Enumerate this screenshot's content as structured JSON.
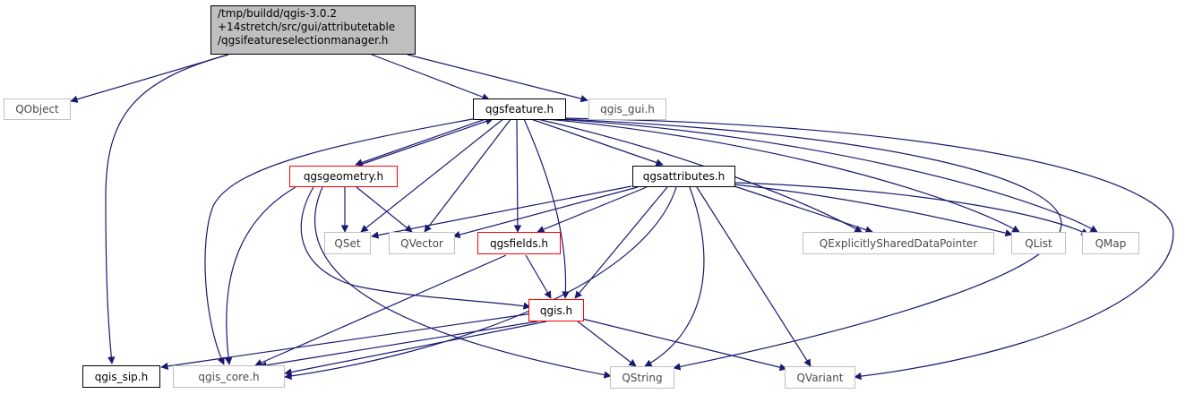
{
  "diagram": {
    "root": {
      "lines": [
        "/tmp/buildd/qgis-3.0.2",
        "+14stretch/src/gui/attributetable",
        "/qgsifeatureselectionmanager.h"
      ]
    },
    "nodes": {
      "qobject": "QObject",
      "qgsfeature": "qgsfeature.h",
      "qgis_gui": "qgis_gui.h",
      "qgsgeometry": "qgsgeometry.h",
      "qgsattributes": "qgsattributes.h",
      "qset": "QSet",
      "qvector": "QVector",
      "qgsfields": "qgsfields.h",
      "qexplicit": "QExplicitlySharedDataPointer",
      "qlist": "QList",
      "qmap": "QMap",
      "qgis": "qgis.h",
      "qgis_sip": "qgis_sip.h",
      "qgis_core": "qgis_core.h",
      "qstring": "QString",
      "qvariant": "QVariant"
    },
    "colors": {
      "edge": "#191970",
      "documented_border": "#000000",
      "external_border": "#bfbfbf",
      "highlight_border": "#ff0000",
      "root_fill": "#bfbfbf"
    }
  }
}
